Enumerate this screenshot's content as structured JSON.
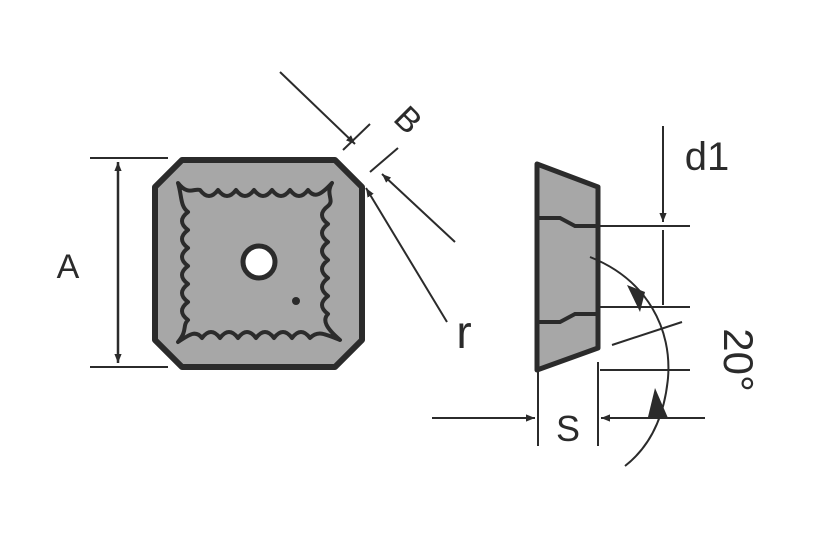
{
  "labels": {
    "a": "A",
    "b": "B",
    "r": "r",
    "d1": "d1",
    "angle": "20°",
    "s": "S"
  },
  "colors": {
    "insert_fill": "#a7a7a7",
    "outline": "#2b2b2b",
    "background": "#ffffff"
  }
}
